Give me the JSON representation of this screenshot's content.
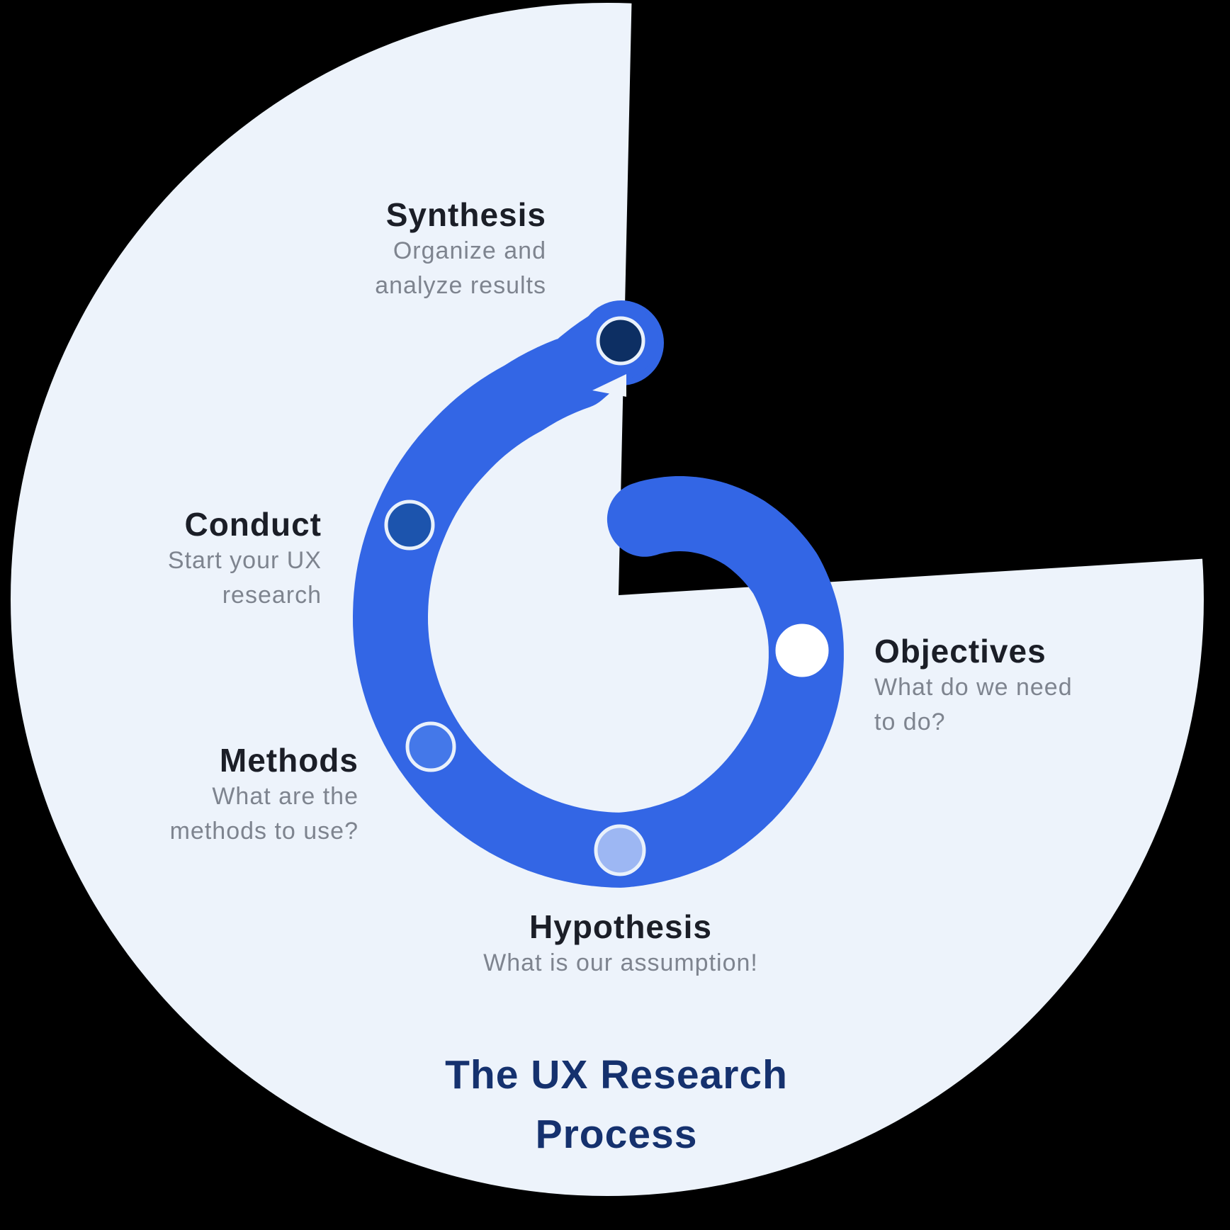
{
  "title": {
    "line1": "The UX Research",
    "line2": "Process"
  },
  "stages": [
    {
      "name": "Synthesis",
      "desc1": "Organize and",
      "desc2": "analyze results",
      "dot_color": "#0d2f63"
    },
    {
      "name": "Conduct",
      "desc1": "Start your UX",
      "desc2": "research",
      "dot_color": "#1c54ad"
    },
    {
      "name": "Methods",
      "desc1": "What are the",
      "desc2": "methods to use?",
      "dot_color": "#4478e9"
    },
    {
      "name": "Hypothesis",
      "desc1": "What is our assumption!",
      "desc2": "",
      "dot_color": "#9db7f3"
    },
    {
      "name": "Objectives",
      "desc1": "What do we need",
      "desc2": "to do?",
      "dot_color": "#ffffff"
    }
  ],
  "colors": {
    "background": "#000000",
    "circle": "#edf3fb",
    "band": "#3366e5",
    "dot_ring": "#e9f1fb",
    "heading_text": "#1b1e27",
    "desc_text": "#7e848f",
    "title_text": "#15316e"
  }
}
